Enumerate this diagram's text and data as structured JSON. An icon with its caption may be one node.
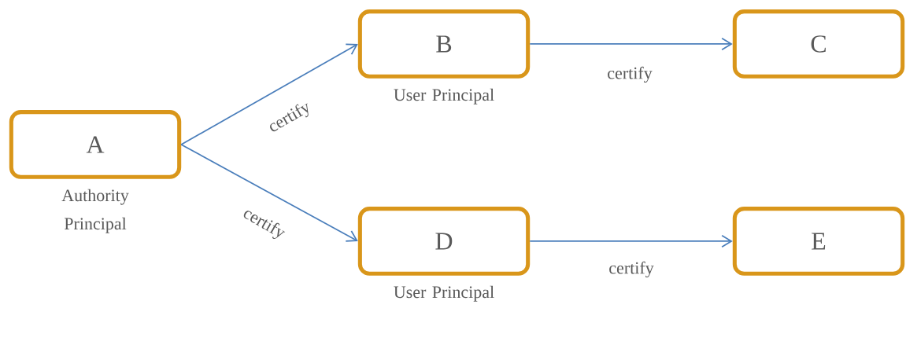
{
  "diagram": {
    "nodes": [
      {
        "text": [
          "A"
        ],
        "beside": [
          "Authority Principal"
        ]
      },
      {
        "text": [
          "B"
        ],
        "beside": [
          "User Principal"
        ]
      },
      {
        "text": [
          "C"
        ]
      },
      {
        "text": [
          "D"
        ],
        "beside": [
          "User Principal"
        ]
      },
      {
        "text": [
          "E"
        ]
      }
    ],
    "edges": [
      {
        "from": 0,
        "to": 1,
        "arrow": "to",
        "label": "certify"
      },
      {
        "from": 0,
        "to": 3,
        "arrow": "to",
        "label": "certify"
      },
      {
        "from": 1,
        "to": 2,
        "arrow": "to",
        "label": "certify"
      },
      {
        "from": 3,
        "to": 4,
        "arrow": "to",
        "label": "certify"
      }
    ]
  }
}
